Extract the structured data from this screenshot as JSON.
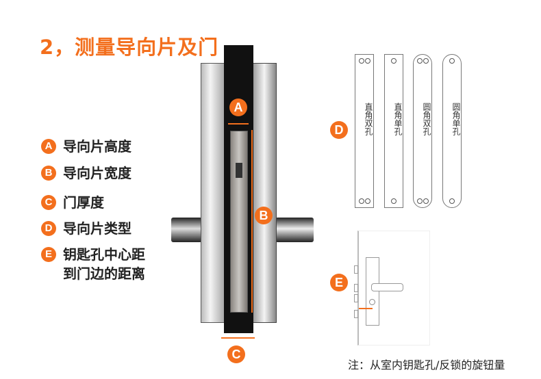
{
  "title": "2，测量导向片及门",
  "legend": [
    {
      "letter": "A",
      "text": "导向片高度"
    },
    {
      "letter": "B",
      "text": "导向片宽度"
    },
    {
      "letter": "C",
      "text": "门厚度"
    },
    {
      "letter": "D",
      "text": "导向片类型"
    },
    {
      "letter": "E",
      "text": "钥匙孔中心距",
      "text2": "到门边的距离"
    }
  ],
  "plates": [
    {
      "label": "直角双孔",
      "shape": "square",
      "holes": 2
    },
    {
      "label": "直角单孔",
      "shape": "square",
      "holes": 1
    },
    {
      "label": "圆角双孔",
      "shape": "round",
      "holes": 2
    },
    {
      "label": "圆角单孔",
      "shape": "round",
      "holes": 1
    }
  ],
  "markers": {
    "a": "A",
    "b": "B",
    "c": "C",
    "d": "D",
    "e": "E"
  },
  "note": "注：从室内钥匙孔/反锁的旋钮量",
  "colors": {
    "accent": "#f36f1d"
  }
}
